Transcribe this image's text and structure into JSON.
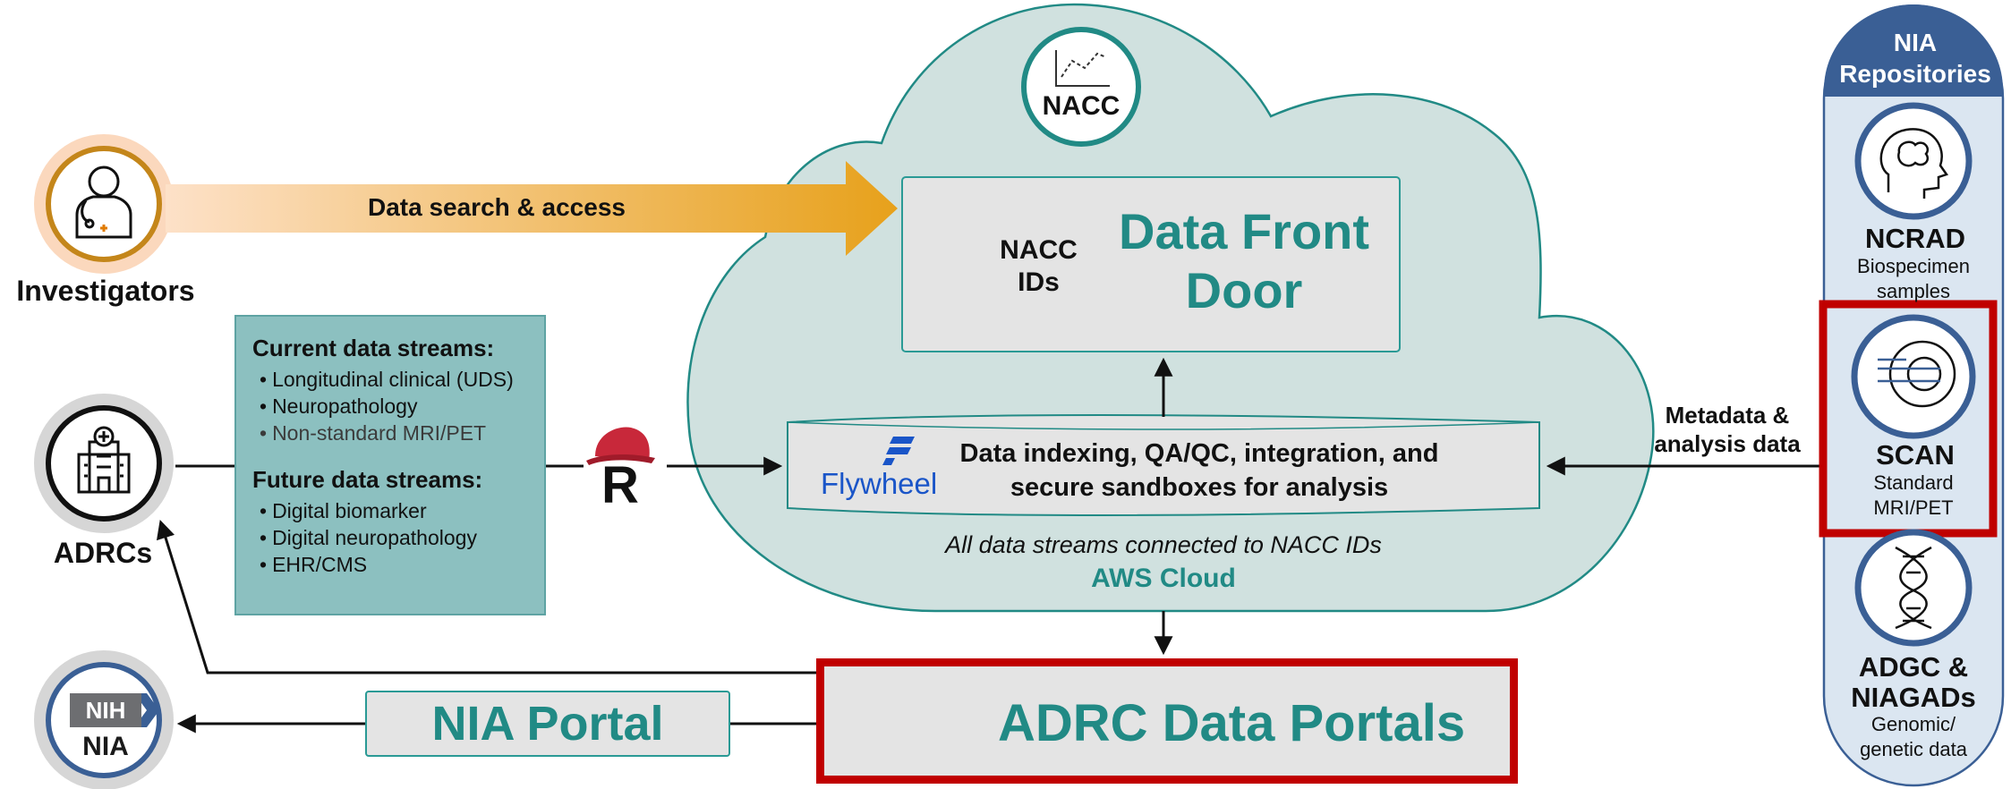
{
  "investigators": {
    "label": "Investigators"
  },
  "arrow_search": {
    "label": "Data search & access"
  },
  "adrcs": {
    "label": "ADRCs"
  },
  "streams": {
    "current_heading": "Current data streams:",
    "current_items": [
      "Longitudinal clinical (UDS)",
      "Neuropathology",
      "Non-standard MRI/PET"
    ],
    "future_heading": "Future data streams:",
    "future_items": [
      "Digital biomarker",
      "Digital neuropathology",
      "EHR/CMS"
    ]
  },
  "cloud": {
    "nacc_label": "NACC",
    "front_door": {
      "ids_label": "NACC IDs",
      "title": "Data Front Door"
    },
    "platform": {
      "logo_text": "Flywheel",
      "description": "Data indexing, QA/QC, integration, and secure sandboxes for analysis"
    },
    "caption": "All data streams connected to NACC IDs",
    "aws_label": "AWS Cloud"
  },
  "metadata_label": "Metadata & analysis data",
  "repositories": {
    "title": "NIA Repositories",
    "items": [
      {
        "name": "NCRAD",
        "sub": "Biospecimen samples",
        "icon": "brain-head-icon"
      },
      {
        "name": "SCAN",
        "sub": "Standard MRI/PET",
        "icon": "mri-scanner-icon"
      },
      {
        "name": "ADGC & NIAGADs",
        "sub": "Genomic/ genetic data",
        "icon": "dna-icon"
      }
    ]
  },
  "nia_portal": {
    "label": "NIA Portal"
  },
  "adrc_portals": {
    "label": "ADRC Data Portals"
  },
  "nia": {
    "badge": "NIH",
    "label": "NIA"
  },
  "colors": {
    "teal": "#218a85",
    "cloud_fill": "#d0e1df",
    "highlight_red": "#c00000",
    "orange": "#f0a030",
    "repo_blue": "#3a5f95"
  }
}
